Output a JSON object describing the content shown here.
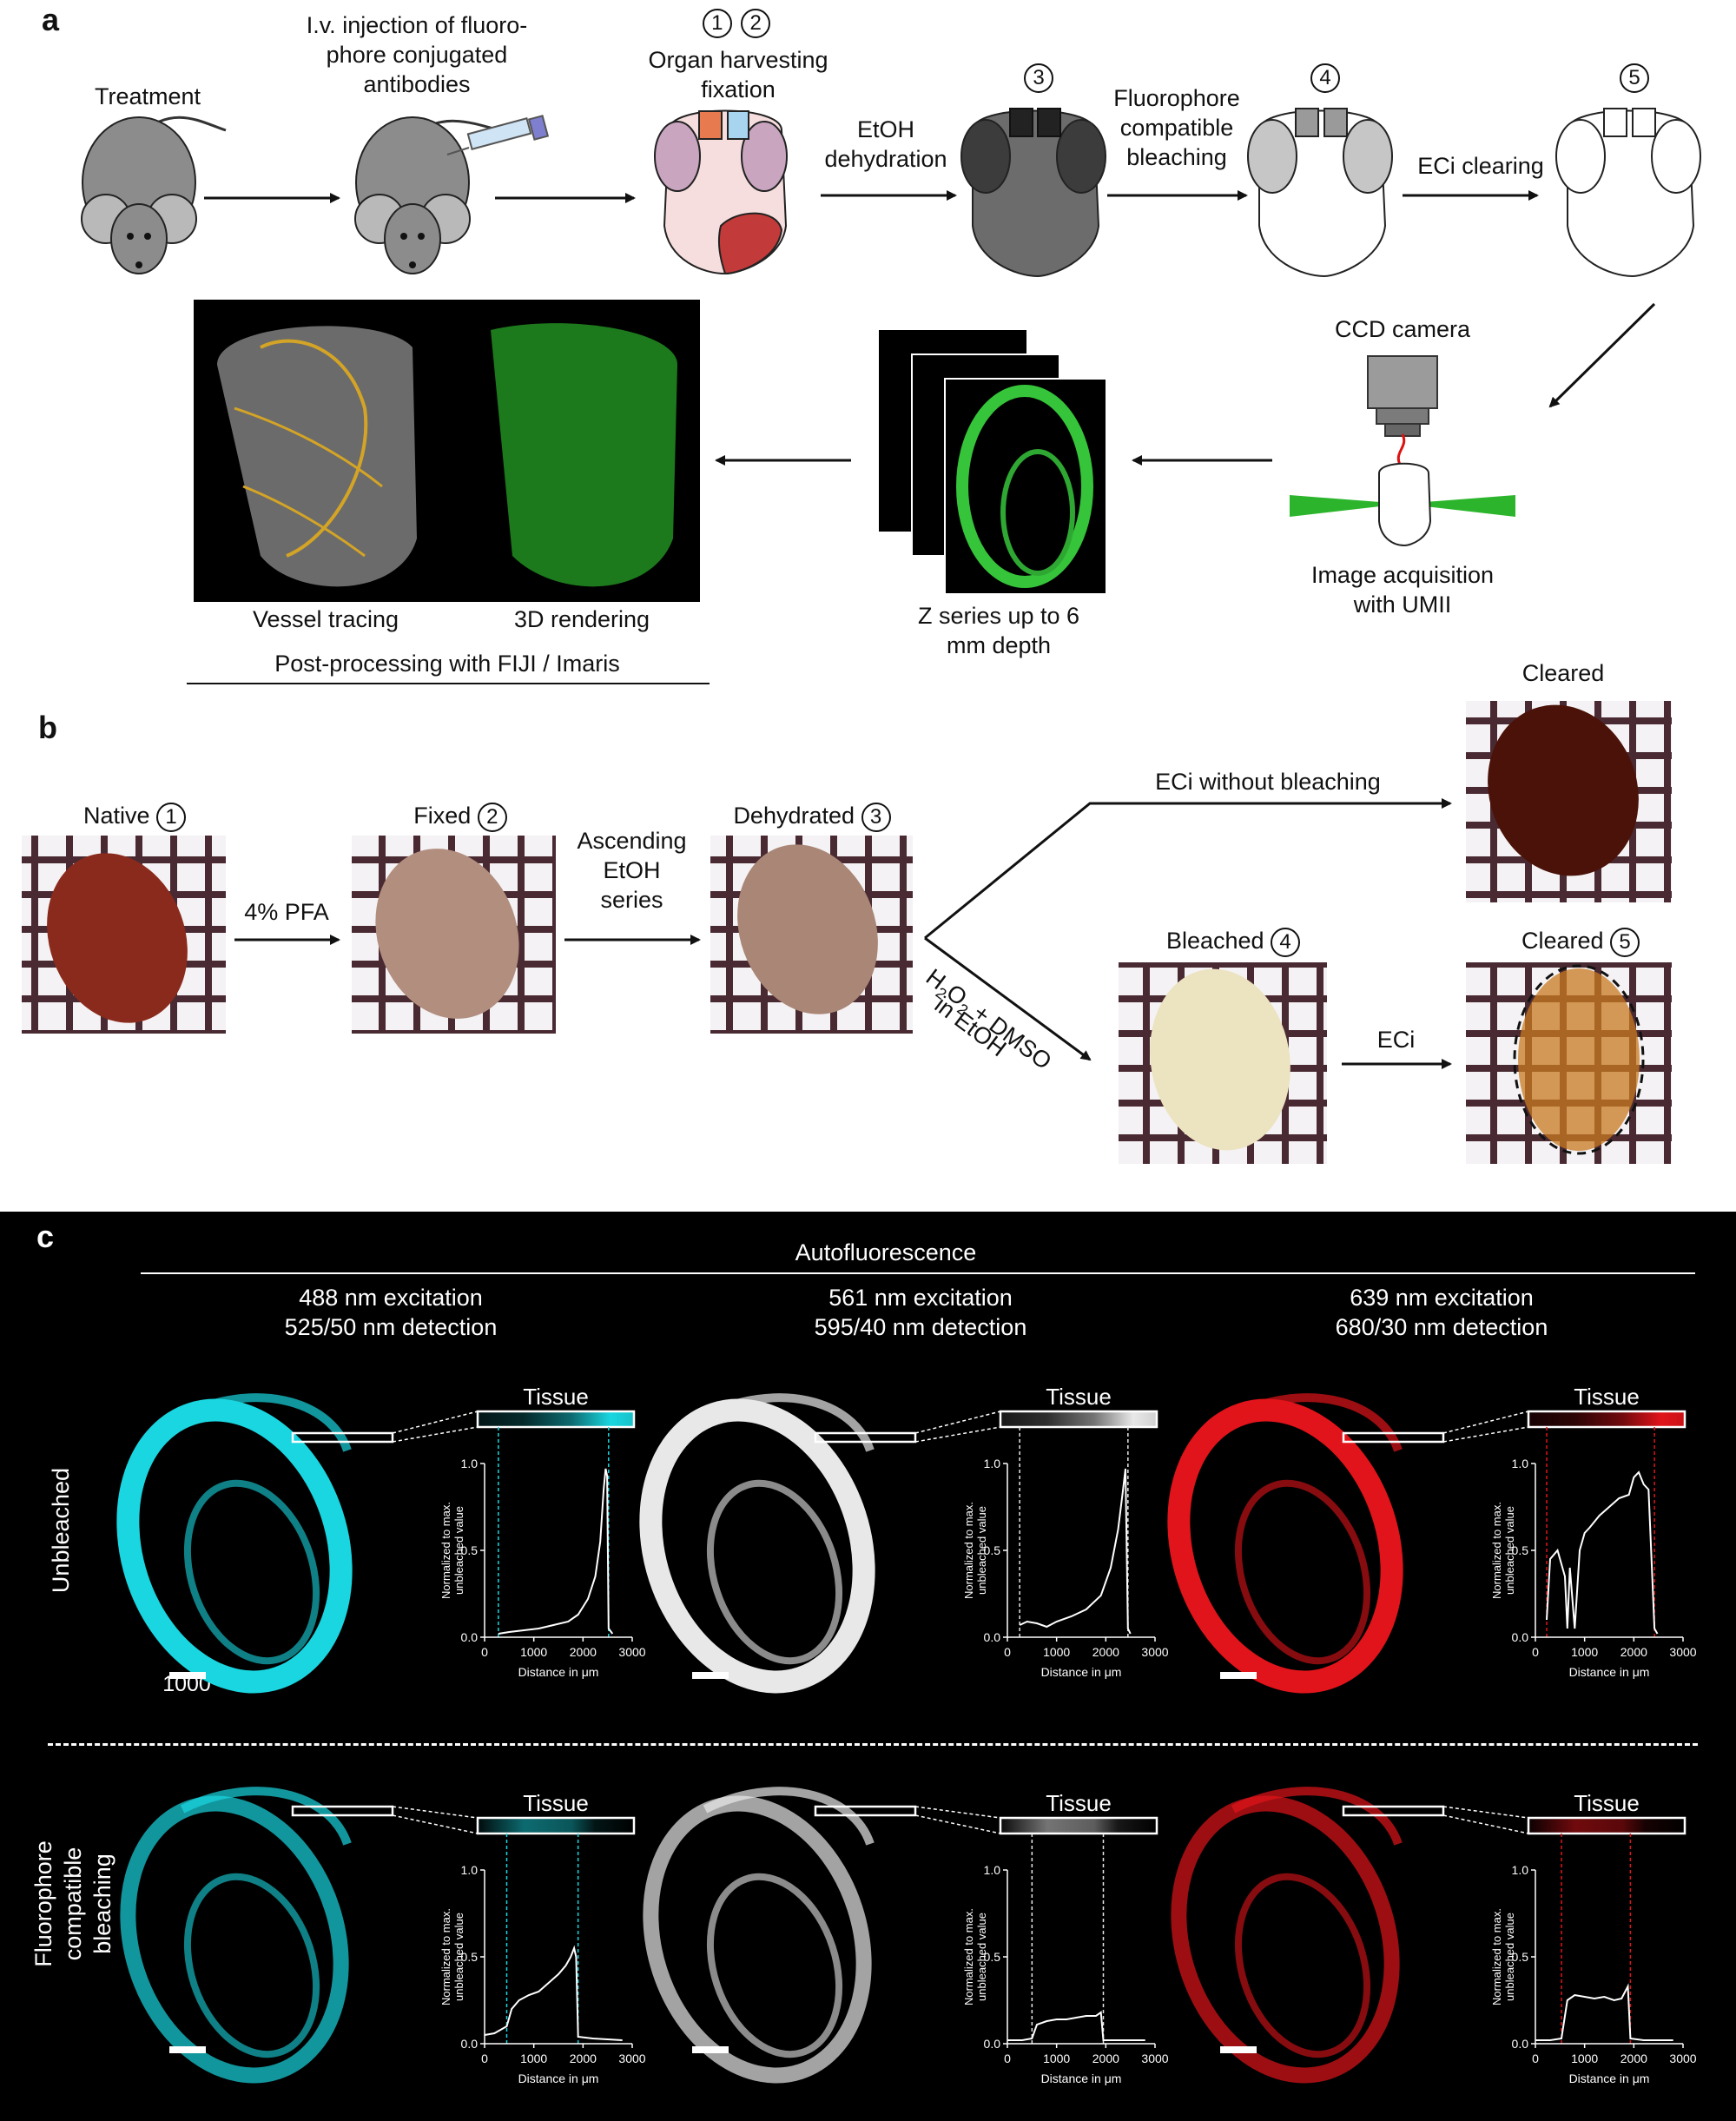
{
  "panel_a": {
    "letter": "a",
    "steps": {
      "treatment": "Treatment",
      "injection_1": "I.v. injection of fluoro-",
      "injection_2": "phore conjugated",
      "injection_3": "antibodies",
      "harvest_nums": [
        "1",
        "2"
      ],
      "harvest_1": "Organ harvesting",
      "harvest_2": "fixation",
      "etoh_1": "EtOH",
      "etoh_2": "dehydration",
      "step3_num": "3",
      "bleach_1": "Fluorophore",
      "bleach_2": "compatible",
      "bleach_3": "bleaching",
      "step4_num": "4",
      "eci_clearing": "ECi clearing",
      "step5_num": "5",
      "ccd": "CCD camera",
      "acq_1": "Image acquisition",
      "acq_2": "with UMII",
      "z_1": "Z series up to 6",
      "z_2": "mm depth",
      "vessel_tracing": "Vessel tracing",
      "rendering": "3D rendering",
      "postprocessing": "Post-processing with FIJI / Imaris"
    }
  },
  "panel_b": {
    "letter": "b",
    "native": "Native",
    "native_num": "1",
    "pfa": "4% PFA",
    "fixed": "Fixed",
    "fixed_num": "2",
    "ascending_1": "Ascending",
    "ascending_2": "EtOH",
    "ascending_3": "series",
    "dehydrated": "Dehydrated",
    "dehydrated_num": "3",
    "eci_without": "ECi without bleaching",
    "cleared": "Cleared",
    "h2o2": "H",
    "h2o2_sub1": "2",
    "h2o2_o": "O",
    "h2o2_sub2": "2",
    "dmso": " + DMSO",
    "in_etoh": "in EtOH",
    "bleached": "Bleached",
    "bleached_num": "4",
    "eci": "ECi",
    "cleared2": "Cleared",
    "cleared2_num": "5"
  },
  "panel_c": {
    "letter": "c",
    "header": "Autofluorescence",
    "channels": [
      {
        "line1": "488 nm excitation",
        "line2": "525/50 nm detection",
        "color": "#19d6e0"
      },
      {
        "line1": "561 nm excitation",
        "line2": "595/40 nm detection",
        "color": "#e8e8e8"
      },
      {
        "line1": "639 nm excitation",
        "line2": "680/30 nm detection",
        "color": "#e0141a"
      }
    ],
    "row_unbleached": "Unbleached",
    "row_bleached_1": "Fluorophore",
    "row_bleached_2": "compatible",
    "row_bleached_3": "bleaching",
    "scale_label": "1000",
    "tissue_label": "Tissue",
    "ylabel_1": "Normalized to max.",
    "ylabel_2": "unbleached value",
    "xlabel": "Distance in μm",
    "x_ticks": [
      "0",
      "1000",
      "2000",
      "3000"
    ],
    "y_ticks": [
      "0.0",
      "0.5",
      "1.0"
    ]
  },
  "chart_data": [
    {
      "type": "line",
      "row": "Unbleached",
      "channel": "488 nm",
      "xlim": [
        0,
        3000
      ],
      "ylim": [
        0,
        1
      ],
      "tissue": [
        280,
        2520
      ],
      "x": [
        280,
        500,
        800,
        1100,
        1400,
        1700,
        1900,
        2100,
        2250,
        2350,
        2420,
        2460,
        2490,
        2520,
        2600
      ],
      "y": [
        0.02,
        0.03,
        0.04,
        0.05,
        0.07,
        0.09,
        0.13,
        0.22,
        0.35,
        0.55,
        0.85,
        0.97,
        0.93,
        0.05,
        0.02
      ]
    },
    {
      "type": "line",
      "row": "Unbleached",
      "channel": "561 nm",
      "xlim": [
        0,
        3000
      ],
      "ylim": [
        0,
        1
      ],
      "tissue": [
        250,
        2450
      ],
      "x": [
        250,
        400,
        600,
        800,
        1000,
        1300,
        1600,
        1900,
        2100,
        2250,
        2350,
        2400,
        2450,
        2500
      ],
      "y": [
        0.07,
        0.09,
        0.08,
        0.06,
        0.09,
        0.12,
        0.16,
        0.24,
        0.4,
        0.62,
        0.85,
        0.97,
        0.05,
        0.02
      ]
    },
    {
      "type": "line",
      "row": "Unbleached",
      "channel": "639 nm",
      "xlim": [
        0,
        3000
      ],
      "ylim": [
        0,
        1
      ],
      "tissue": [
        230,
        2420
      ],
      "x": [
        230,
        300,
        450,
        600,
        650,
        700,
        800,
        900,
        1000,
        1100,
        1300,
        1500,
        1700,
        1900,
        2000,
        2100,
        2200,
        2300,
        2420,
        2480
      ],
      "y": [
        0.1,
        0.45,
        0.5,
        0.35,
        0.05,
        0.4,
        0.05,
        0.5,
        0.6,
        0.63,
        0.7,
        0.75,
        0.8,
        0.82,
        0.92,
        0.95,
        0.88,
        0.85,
        0.05,
        0.02
      ]
    },
    {
      "type": "line",
      "row": "Fluorophore compatible bleaching",
      "channel": "488 nm",
      "xlim": [
        0,
        3000
      ],
      "ylim": [
        0,
        1
      ],
      "tissue": [
        450,
        1900
      ],
      "x": [
        0,
        200,
        450,
        550,
        700,
        900,
        1100,
        1300,
        1500,
        1650,
        1750,
        1820,
        1860,
        1900,
        2200,
        2800
      ],
      "y": [
        0.05,
        0.06,
        0.1,
        0.2,
        0.25,
        0.28,
        0.3,
        0.35,
        0.4,
        0.45,
        0.5,
        0.55,
        0.5,
        0.04,
        0.03,
        0.02
      ]
    },
    {
      "type": "line",
      "row": "Fluorophore compatible bleaching",
      "channel": "561 nm",
      "xlim": [
        0,
        3000
      ],
      "ylim": [
        0,
        1
      ],
      "tissue": [
        500,
        1950
      ],
      "x": [
        0,
        300,
        500,
        600,
        800,
        1000,
        1200,
        1400,
        1600,
        1800,
        1900,
        1950,
        2200,
        2800
      ],
      "y": [
        0.02,
        0.02,
        0.03,
        0.11,
        0.13,
        0.14,
        0.14,
        0.15,
        0.16,
        0.16,
        0.18,
        0.02,
        0.02,
        0.02
      ]
    },
    {
      "type": "line",
      "row": "Fluorophore compatible bleaching",
      "channel": "639 nm",
      "xlim": [
        0,
        3000
      ],
      "ylim": [
        0,
        1
      ],
      "tissue": [
        530,
        1930
      ],
      "x": [
        0,
        300,
        530,
        650,
        800,
        1000,
        1200,
        1400,
        1600,
        1750,
        1880,
        1930,
        2200,
        2800
      ],
      "y": [
        0.02,
        0.02,
        0.03,
        0.25,
        0.28,
        0.27,
        0.26,
        0.27,
        0.25,
        0.26,
        0.33,
        0.03,
        0.02,
        0.02
      ]
    }
  ]
}
